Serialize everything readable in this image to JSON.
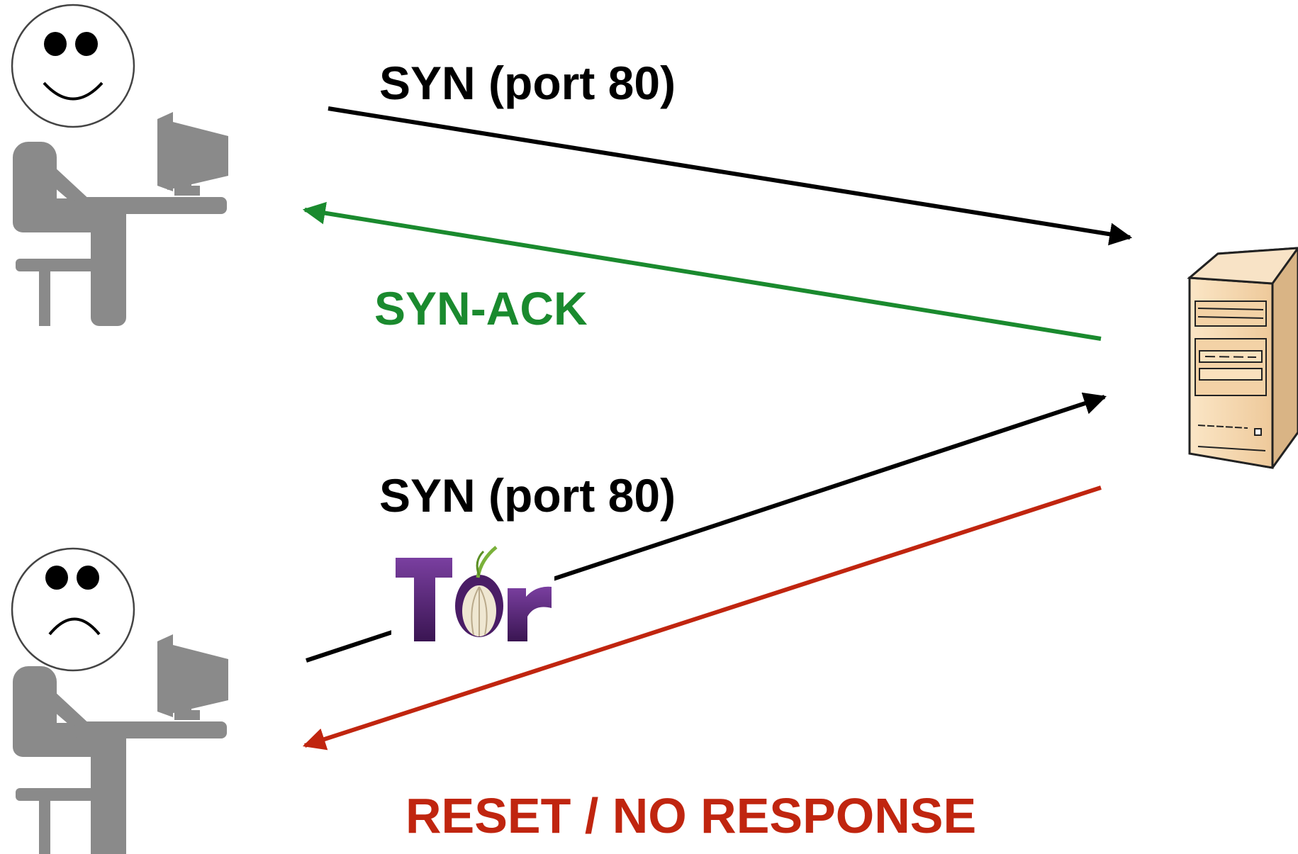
{
  "labels": {
    "syn_top": "SYN (port 80)",
    "syn_ack": "SYN-ACK",
    "syn_bottom": "SYN (port 80)",
    "reset": "RESET / NO RESPONSE",
    "tor_logo_text": "Tor"
  },
  "colors": {
    "syn": "#000000",
    "syn_ack": "#1a8a2e",
    "reset": "#c0250f",
    "person": "#8a8a8a",
    "tor_purple": "#5d2a7a",
    "tor_onion": "#e8e0c8",
    "tor_sprout": "#7ab13a",
    "server_body": "#f6d9b0"
  },
  "icons": {
    "happy_user": "happy-face-user-icon",
    "sad_user": "sad-face-user-icon",
    "server": "server-tower-icon",
    "tor": "tor-logo-icon"
  }
}
